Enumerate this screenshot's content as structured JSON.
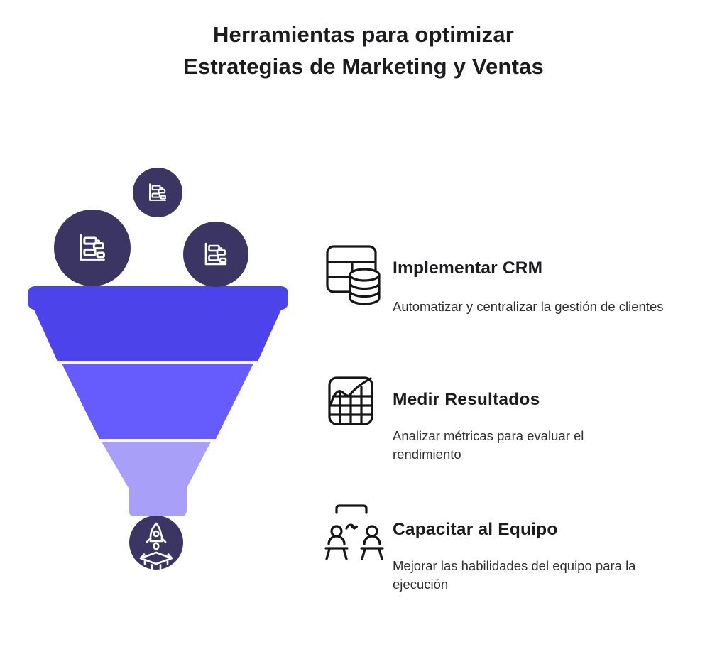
{
  "title": {
    "line1": "Herramientas para optimizar",
    "line2": "Estrategias de Marketing y Ventas"
  },
  "funnel": {
    "stages": 3,
    "stage_colors": [
      "#4C43EB",
      "#665CFE",
      "#A79FF8"
    ],
    "input_icons": [
      "gantt-chart-icon",
      "gantt-chart-icon",
      "gantt-chart-icon"
    ],
    "output_icon": "rocket-launch-icon"
  },
  "items": [
    {
      "icon": "crm-table-database-icon",
      "title": "Implementar CRM",
      "description": "Automatizar y centralizar la gestión de clientes"
    },
    {
      "icon": "metrics-chart-icon",
      "title": "Medir Resultados",
      "description": "Analizar métricas para evaluar el rendimiento"
    },
    {
      "icon": "team-training-icon",
      "title": "Capacitar al Equipo",
      "description": "Mejorar las habilidades del equipo para la ejecución"
    }
  ],
  "colors": {
    "funnel-stage1": "#4C43EB",
    "funnel-stage2": "#665CFE",
    "funnel-stage3": "#A79FF8",
    "icon-circle": "#3A3563",
    "icon-stroke-light": "#FFFFFF",
    "icon-stroke-dark": "#161616",
    "title-text": "#1C1C1E",
    "body-text": "#2E2E2E"
  }
}
